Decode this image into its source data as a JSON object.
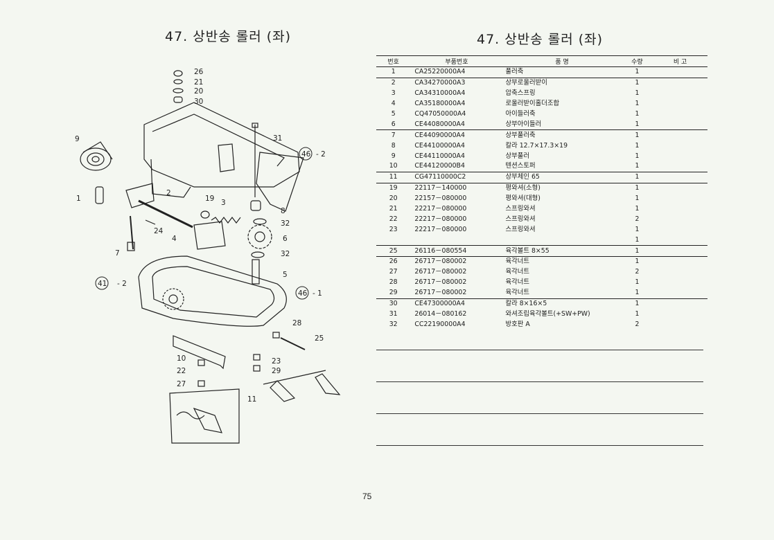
{
  "left_title": "47. 상반송 롤러 (좌)",
  "right_title": "47. 상반송 롤러 (좌)",
  "page_number": "75",
  "table": {
    "headers": {
      "no": "번호",
      "part": "부품번호",
      "name": "품    명",
      "qty": "수량",
      "note": "비  고"
    },
    "rows": [
      {
        "no": "1",
        "part": "CA25220000A4",
        "name": "풀러축",
        "qty": "1"
      },
      {
        "no": "2",
        "part": "CA34270000A3",
        "name": "상부로울러받이",
        "qty": "1"
      },
      {
        "no": "3",
        "part": "CA34310000A4",
        "name": "압축스프링",
        "qty": "1"
      },
      {
        "no": "4",
        "part": "CA35180000A4",
        "name": "로울러받이홀더조합",
        "qty": "1"
      },
      {
        "no": "5",
        "part": "CQ47050000A4",
        "name": "아이들러축",
        "qty": "1"
      },
      {
        "no": "6",
        "part": "CE44080000A4",
        "name": "상부아이들러",
        "qty": "1"
      },
      {
        "no": "7",
        "part": "CE44090000A4",
        "name": "상부풀러축",
        "qty": "1"
      },
      {
        "no": "8",
        "part": "CE44100000A4",
        "name": "칼라 12.7×17.3×19",
        "qty": "1"
      },
      {
        "no": "9",
        "part": "CE44110000A4",
        "name": "상부풀러",
        "qty": "1"
      },
      {
        "no": "10",
        "part": "CE44120000B4",
        "name": "텐션스토퍼",
        "qty": "1"
      },
      {
        "no": "11",
        "part": "CG47110000C2",
        "name": "상부체인 65",
        "qty": "1"
      },
      {
        "no": "19",
        "part": "22117－140000",
        "name": "평와셔(소형)",
        "qty": "1"
      },
      {
        "no": "20",
        "part": "22157－080000",
        "name": "평와셔(대형)",
        "qty": "1"
      },
      {
        "no": "21",
        "part": "22217－080000",
        "name": "스프링와셔",
        "qty": "1"
      },
      {
        "no": "22",
        "part": "22217－080000",
        "name": "스프링와셔",
        "qty": "2"
      },
      {
        "no": "23",
        "part": "22217－080000",
        "name": "스프링와셔",
        "qty": "1"
      },
      {
        "no": "",
        "part": "",
        "name": "",
        "qty": "1"
      },
      {
        "no": "25",
        "part": "26116－080554",
        "name": "육각볼트 8×55",
        "qty": "1"
      },
      {
        "no": "26",
        "part": "26717－080002",
        "name": "육각너트",
        "qty": "1"
      },
      {
        "no": "27",
        "part": "26717－080002",
        "name": "육각너트",
        "qty": "2"
      },
      {
        "no": "28",
        "part": "26717－080002",
        "name": "육각너트",
        "qty": "1"
      },
      {
        "no": "29",
        "part": "26717－080002",
        "name": "육각너트",
        "qty": "1"
      },
      {
        "no": "30",
        "part": "CE47300000A4",
        "name": "칼라 8×16×5",
        "qty": "1"
      },
      {
        "no": "31",
        "part": "26014－080162",
        "name": "와셔조립육각볼트(+SW+PW)",
        "qty": "1"
      },
      {
        "no": "32",
        "part": "CC22190000A4",
        "name": "방호판 A",
        "qty": "2"
      }
    ]
  },
  "callouts": {
    "c26": "26",
    "c21": "21",
    "c20": "20",
    "c30": "30",
    "c31": "31",
    "c46a": "46",
    "c46a_suffix": "- 2",
    "c9": "9",
    "c2": "2",
    "c1": "1",
    "c19": "19",
    "c3": "3",
    "c8": "8",
    "c32a": "32",
    "c24": "24",
    "c4": "4",
    "c6": "6",
    "c32b": "32",
    "c7": "7",
    "c5": "5",
    "c41": "41",
    "c41_suffix": "- 2",
    "c46b": "46",
    "c46b_suffix": "- 1",
    "c28": "28",
    "c25": "25",
    "c10": "10",
    "c23": "23",
    "c22": "22",
    "c29": "29",
    "c27": "27",
    "c11": "11"
  }
}
